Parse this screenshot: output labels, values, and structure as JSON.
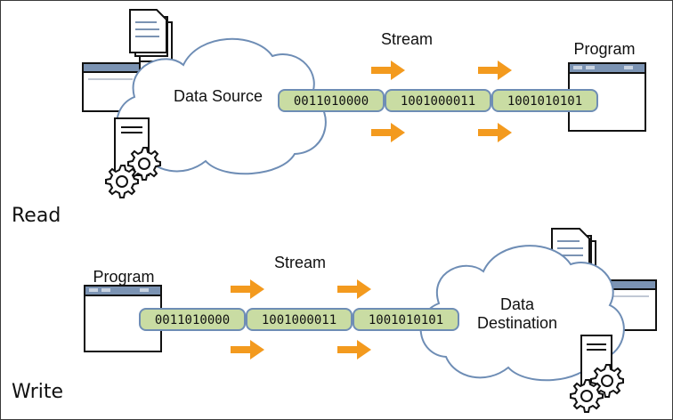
{
  "colors": {
    "arrow": "#f39a1e",
    "segment_fill": "#c9dca3",
    "segment_stroke": "#6e8db5",
    "cloud_fill": "#ffffff",
    "cloud_stroke": "#6e8db5",
    "window_fill": "#ffffff",
    "window_bar": "#7b93b3"
  },
  "read": {
    "section_label": "Read",
    "stream_label": "Stream",
    "source_label": "Data Source",
    "program_label": "Program",
    "segments": [
      "0011010000",
      "1001000011",
      "1001010101"
    ]
  },
  "write": {
    "section_label": "Write",
    "stream_label": "Stream",
    "program_label": "Program",
    "destination_label_line1": "Data",
    "destination_label_line2": "Destination",
    "segments": [
      "0011010000",
      "1001000011",
      "1001010101"
    ]
  },
  "icons": [
    "document-stack-icon",
    "computer-window-icon",
    "server-tower-icon",
    "gear-icon",
    "program-window-icon",
    "stream-arrow-icon"
  ]
}
